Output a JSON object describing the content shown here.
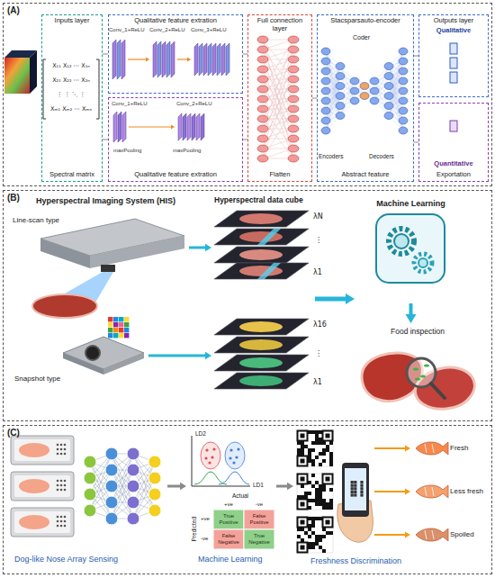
{
  "diagram": {
    "nodes": [
      {
        "text": [
          "(A)"
        ]
      },
      {
        "text": [
          "Inputs layer",
          "Spectral matrix"
        ],
        "in": 0
      },
      {
        "text": [
          "Qualitative feature extration"
        ],
        "in": 0
      },
      {
        "text": [
          "Qualitative feature extration"
        ],
        "in": 0
      },
      {
        "text": [
          "Full connection layer",
          "Flatten"
        ],
        "in": 0
      },
      {
        "text": [
          "Stacsparsauto-encoder",
          "Abstract feature"
        ],
        "in": 0
      },
      {
        "text": [
          "Outputs layer",
          "Qualitative"
        ],
        "in": 0
      },
      {
        "text": [
          "Quantitative",
          "Exportation"
        ],
        "in": 0
      },
      {
        "text": [
          "(B)"
        ]
      },
      {
        "text": [
          "Machine Learning"
        ],
        "in": 8
      },
      {
        "text": [
          "Food inspection"
        ],
        "in": 8
      },
      {
        "text": [
          "(C)"
        ]
      }
    ],
    "edges": [
      {
        "from": 1,
        "to": 2,
        "arrow": "none"
      },
      {
        "from": 1,
        "to": 3,
        "arrow": "none"
      },
      {
        "from": 2,
        "to": 4,
        "arrow": "none"
      },
      {
        "from": 3,
        "to": 4,
        "arrow": "none"
      },
      {
        "from": 4,
        "to": 5,
        "arrow": "none"
      },
      {
        "from": 5,
        "to": 6,
        "arrow": "none"
      },
      {
        "from": 5,
        "to": 7,
        "arrow": "none"
      },
      {
        "from": 9,
        "to": 10,
        "arrow": "to"
      }
    ],
    "labels": [
      "X₁₁ X₁₂ ⋯ X₁ₙ",
      "X₂₁ X₂₂ ⋯ X₂ₙ",
      "⋮ ⋮ ⋱ ⋮",
      "Xₘ₁ Xₘ₂ ⋯ Xₘₙ",
      "Conv_1+ReLU",
      "Conv_2+ReLU",
      "Conv_3+ReLU",
      "Conv_1+ReLU",
      "Conv_2+ReLU",
      "maxPooling",
      "maxPooling",
      "Coder",
      "Encoders",
      "Decoders",
      "Hyperspectral Imaging System (HIS)",
      "Line-scan type",
      "Snapshot type",
      "Hyperspectral data cube",
      "λN",
      "⋮",
      "λ1",
      "λ16",
      "⋮",
      "λ1",
      "Dog-like Nose Array Sensing",
      "LD2",
      "LD1",
      "Actual",
      "+ve",
      "-ve",
      "Predicted",
      "+ve",
      "-ve",
      "True Positive",
      "False Positive",
      "False Negative",
      "True Negative",
      "Machine Learning",
      "Fresh",
      "Less fresh",
      "Spoiled",
      "Freshness Discrimination"
    ]
  }
}
